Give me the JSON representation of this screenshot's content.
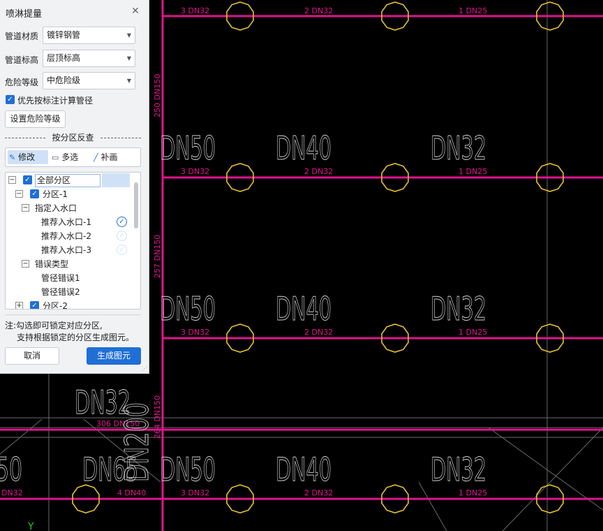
{
  "panel": {
    "title": "喷淋提量",
    "close_glyph": "✕",
    "fields": [
      {
        "label": "管道材质",
        "value": "镀锌钢管"
      },
      {
        "label": "管道标高",
        "value": "层顶标高"
      },
      {
        "label": "危险等级",
        "value": "中危险级"
      }
    ],
    "checkbox_label": "优先按标注计算管径",
    "set_level_button": "设置危险等级",
    "section_title": "按分区反查",
    "tools": [
      {
        "label": "修改",
        "icon": "edit-icon",
        "active": true
      },
      {
        "label": "多选",
        "icon": "multi-select-icon",
        "active": false
      },
      {
        "label": "补画",
        "icon": "draw-line-icon",
        "active": false
      }
    ],
    "tree": {
      "root": "全部分区",
      "zone1": "分区-1",
      "inlet_group": "指定入水口",
      "inlets": [
        "推荐入水口-1",
        "推荐入水口-2",
        "推荐入水口-3"
      ],
      "error_group": "错误类型",
      "errors": [
        "管径错误1",
        "管径错误2"
      ],
      "zone2": "分区-2"
    },
    "note_line1": "注:勾选即可锁定对应分区,",
    "note_line2": "支持根据锁定的分区生成图元。",
    "cancel_button": "取消",
    "generate_button": "生成图元",
    "colors": {
      "accent": "#1f6fd6"
    }
  },
  "cad": {
    "colors": {
      "pipe": "#e0148c",
      "sprinkler": "#e8c22c",
      "text": "#d0d0d0",
      "grid": "#6a6a6a"
    },
    "rows": [
      {
        "labels": [
          "3 DN32",
          "2 DN32",
          "1 DN25"
        ]
      },
      {
        "labels": [
          "3 DN32",
          "2 DN32",
          "1 DN25"
        ],
        "dn": [
          "DN50",
          "DN40",
          "DN32"
        ]
      },
      {
        "labels": [
          "3 DN32",
          "2 DN32",
          "1 DN25"
        ],
        "dn": [
          "DN50",
          "DN40",
          "DN32"
        ]
      },
      {
        "labels": [
          "DN32",
          "4 DN40",
          "3 DN32",
          "2 DN32",
          "1 DN25"
        ],
        "dn": [
          "50",
          "DN65",
          "DN50",
          "DN40",
          "DN32"
        ]
      }
    ],
    "vertical_labels": [
      "250 DN150",
      "257 DN150",
      "264 DN150"
    ],
    "horizontal_main_label": "306 DN150",
    "big_vertical": "DN200",
    "big_left": "DN32",
    "axis_y": "Y"
  }
}
